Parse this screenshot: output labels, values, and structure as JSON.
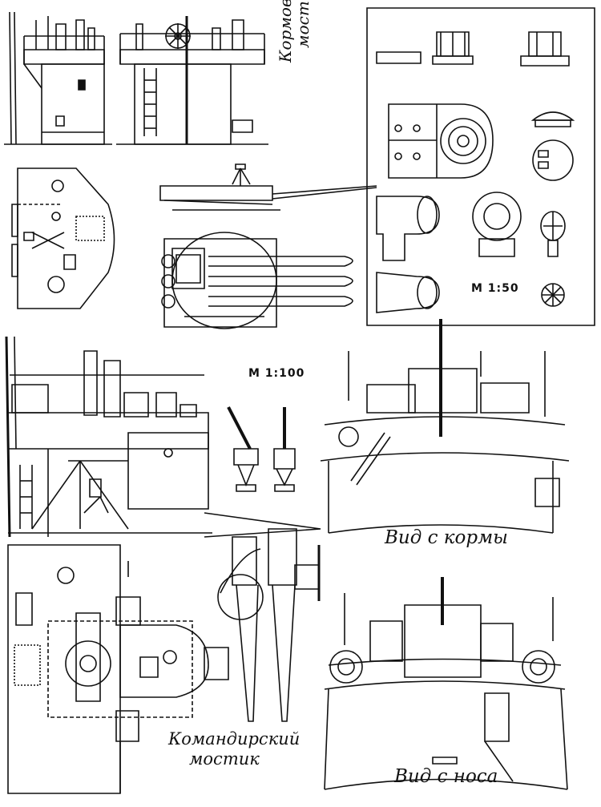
{
  "labels": {
    "stern_bridge": "Кормовой мостик",
    "stern_bridge_line1": "Кормовой",
    "stern_bridge_line2": "мостик",
    "commander_bridge_line1": "Командирский",
    "commander_bridge_line2": "мостик",
    "view_from_stern": "Вид с кормы",
    "view_from_bow": "Вид с носа"
  },
  "scales": {
    "main": "М 1:100",
    "inset": "М 1:50"
  }
}
